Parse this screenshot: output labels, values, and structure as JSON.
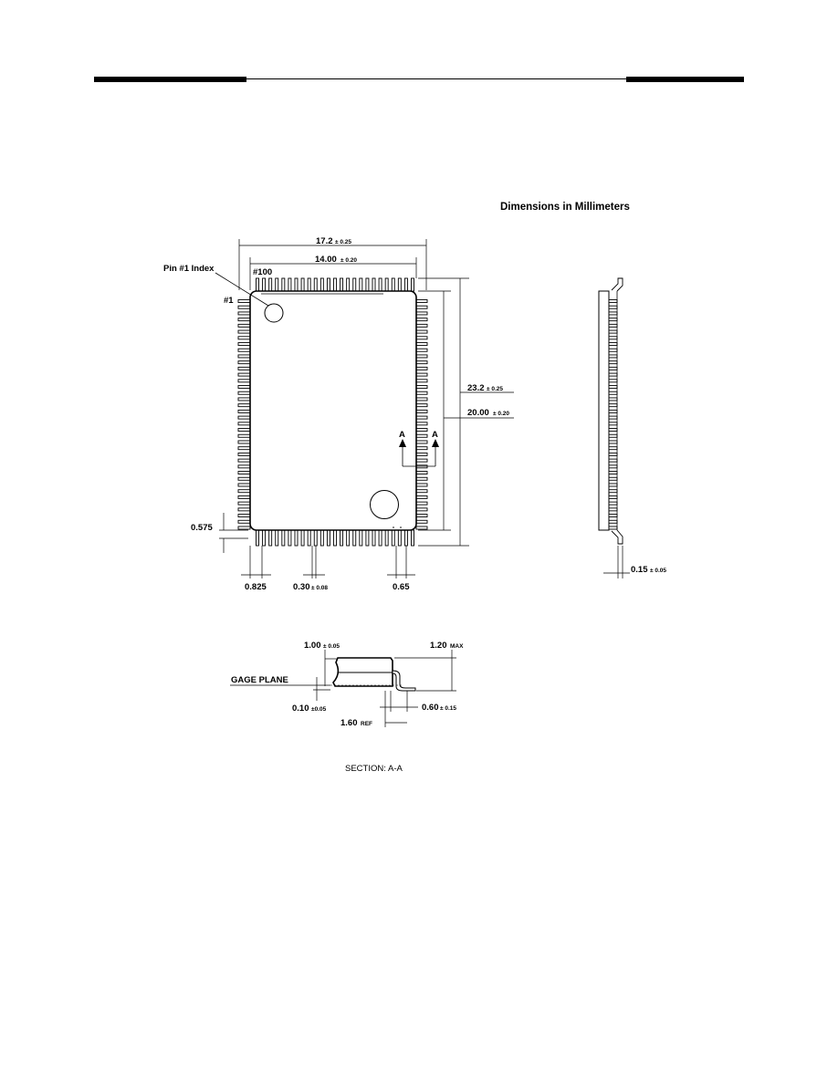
{
  "page": {
    "units_note": "Dimensions in Millimeters",
    "section_caption": "SECTION: A-A"
  },
  "top_view": {
    "overall_width": {
      "value": "17.2",
      "tol": "± 0.25"
    },
    "body_width": {
      "value": "14.00",
      "tol": "± 0.20"
    },
    "overall_height": {
      "value": "23.2",
      "tol": "± 0.25"
    },
    "body_height": {
      "value": "20.00",
      "tol": "± 0.20"
    },
    "pin1_index_label": "Pin #1 Index",
    "pin1_label": "#1",
    "pin100_label": "#100",
    "section_marker_left": "A",
    "section_marker_right": "A",
    "corner_offset": {
      "value": "0.575"
    },
    "corner_lead_offset": {
      "value": "0.825"
    },
    "lead_width": {
      "value": "0.30",
      "tol": "± 0.08"
    },
    "lead_pitch": {
      "value": "0.65"
    }
  },
  "side_view": {
    "lead_thickness": {
      "value": "0.15",
      "tol": "± 0.05"
    }
  },
  "section_view": {
    "standoff_body": {
      "value": "1.00",
      "tol": "± 0.05"
    },
    "max_height": {
      "value": "1.20",
      "tol": "MAX"
    },
    "gage_plane_label": "GAGE PLANE",
    "standoff": {
      "value": "0.10",
      "tol": "±0.05"
    },
    "foot_length": {
      "value": "0.60",
      "tol": "± 0.15"
    },
    "lead_ref": {
      "value": "1.60",
      "tol": "REF"
    }
  }
}
